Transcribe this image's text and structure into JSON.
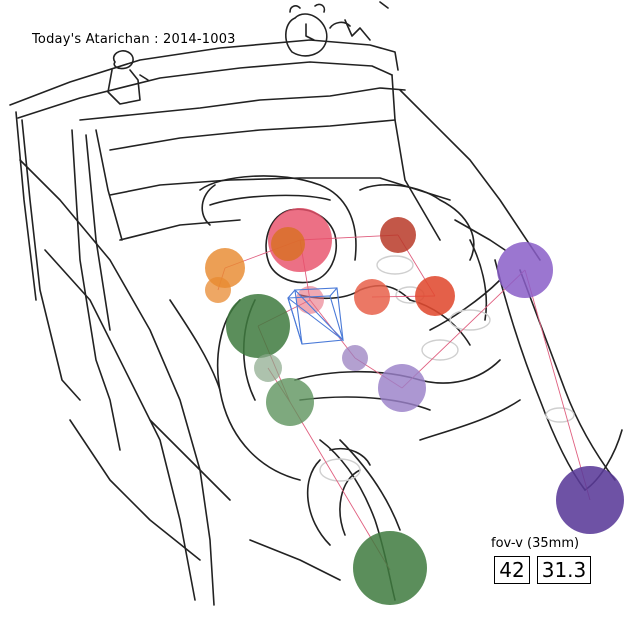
{
  "title": "Today's Atarichan : 2014-1003",
  "fov": {
    "label": "fov-v (35mm)",
    "degrees": "42",
    "focal_mm": "31.3"
  },
  "colors": {
    "head": "#e8506a",
    "left_arm": "#e88a30",
    "right_arm": "#c84830",
    "right_hand": "#e85a40",
    "left_leg": "#4e8a4e",
    "right_leg": "#7a50b0",
    "bone_line": "#e06080",
    "camera_box": "#4a7ad8",
    "sketch": "#222222"
  }
}
